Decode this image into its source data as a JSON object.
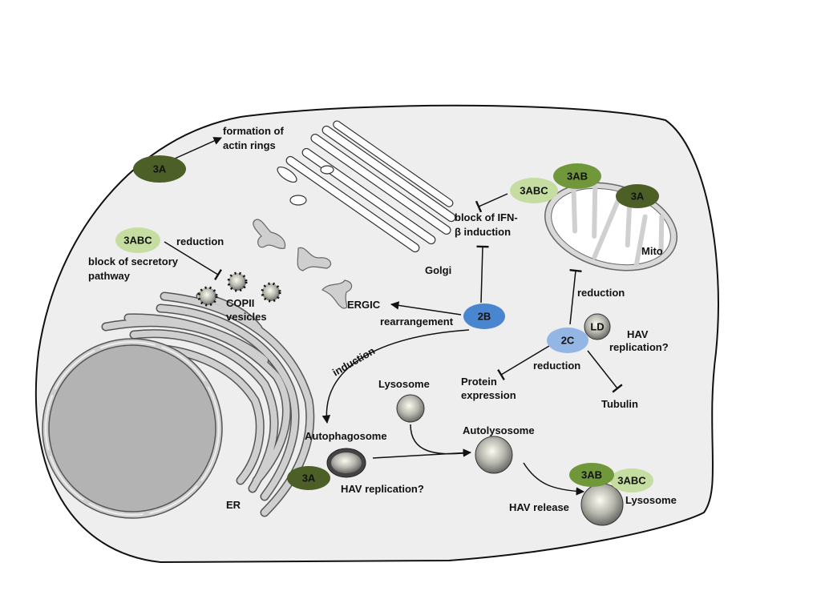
{
  "colors": {
    "cell_fill": "#eeeeee",
    "nucleus": "#b3b3b3",
    "er": "#cfcfcf",
    "dark_green": "#4b5f26",
    "mid_green": "#70983a",
    "light_green": "#c6dda2",
    "blue_2B": "#4a86d0",
    "blue_2C": "#93b6e4"
  },
  "proteins": {
    "p3A_top": "3A",
    "p3ABC_left": "3ABC",
    "p3ABC_mito": "3ABC",
    "p3AB_mito": "3AB",
    "p3A_mito": "3A",
    "p2B": "2B",
    "p2C": "2C",
    "ld": "LD",
    "p3A_auto": "3A",
    "p3AB_bottom": "3AB",
    "p3ABC_bottom": "3ABC"
  },
  "labels": {
    "actin_1": "formation of",
    "actin_2": "actin rings",
    "reduction_secretory": "reduction",
    "secretory_1": "block of secretory",
    "secretory_2": "pathway",
    "copii_1": "COPII",
    "copii_2": "vesicles",
    "golgi": "Golgi",
    "ergic": "ERGIC",
    "rearrangement": "rearrangement",
    "ifn_1": "block of IFN-",
    "ifn_2": "β induction",
    "mito": "Mito",
    "reduction_mito": "reduction",
    "hav_ld_1": "HAV",
    "hav_ld_2": "replication?",
    "reduction_2c": "reduction",
    "protein_1": "Protein",
    "protein_2": "expression",
    "tubulin": "Tubulin",
    "induction": "induction",
    "lysosome_top": "Lysosome",
    "autolysosome": "Autolysosome",
    "autophagosome": "Autophagosome",
    "hav_auto": "HAV replication?",
    "hav_release": "HAV release",
    "lysosome_bottom": "Lysosome",
    "er": "ER"
  }
}
